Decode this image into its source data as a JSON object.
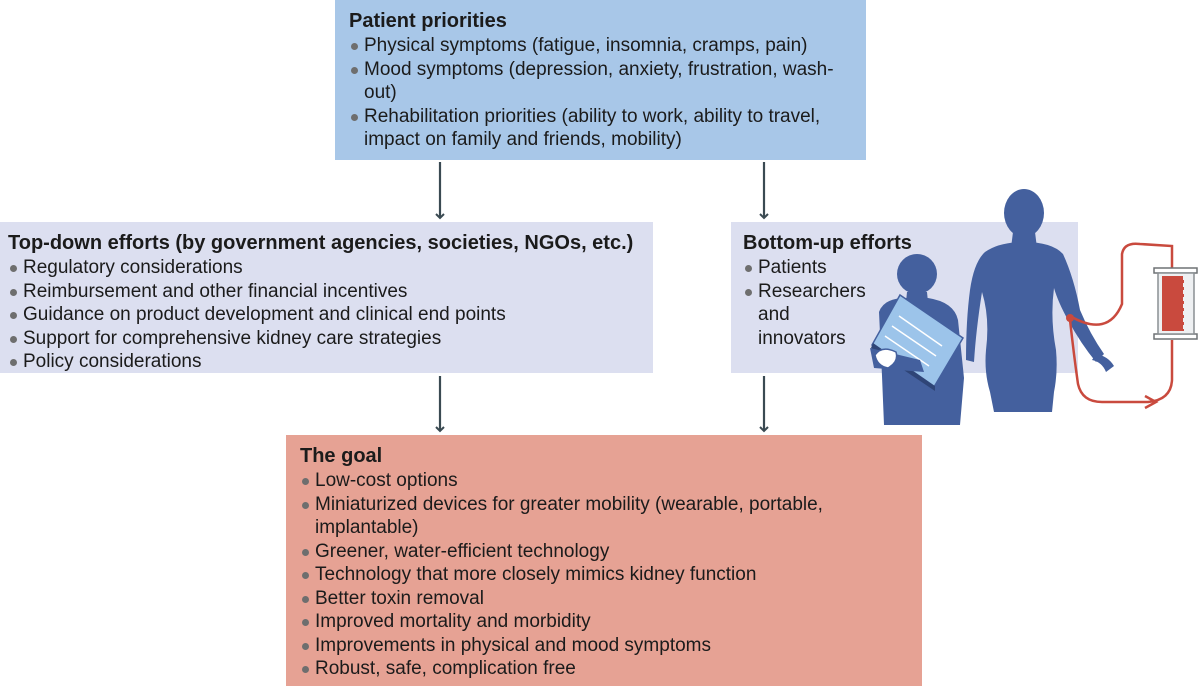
{
  "patient_priorities": {
    "title": "Patient priorities",
    "items": [
      "Physical symptoms (fatigue, insomnia, cramps, pain)",
      "Mood symptoms (depression, anxiety, frustration, wash-out)",
      "Rehabilitation priorities (ability to work, ability to travel, impact on family and  friends, mobility)"
    ]
  },
  "top_down": {
    "title": "Top-down efforts (by government agencies, societies, NGOs, etc.)",
    "items": [
      "Regulatory considerations",
      "Reimbursement and other financial incentives",
      "Guidance on product development and clinical end points",
      "Support for comprehensive kidney care strategies",
      "Policy considerations"
    ]
  },
  "bottom_up": {
    "title": "Bottom-up efforts",
    "items": [
      "Patients",
      "Researchers and innovators"
    ]
  },
  "goal": {
    "title": "The goal",
    "items": [
      "Low-cost options",
      "Miniaturized devices for greater mobility (wearable, portable, implantable)",
      "Greener, water-efficient technology",
      "Technology that more closely mimics kidney function",
      "Better toxin removal",
      "Improved mortality and morbidity",
      "Improvements in physical and mood symptoms",
      "Robust, safe, complication free"
    ]
  },
  "colors": {
    "patient_box": "#a8c7e8",
    "effort_boxes": "#dcdff0",
    "goal_box": "#e6a294",
    "arrows": "#3a4a52",
    "figures": "#44609e",
    "blood_line": "#c94a3e",
    "clipboard": "#9cc4ea"
  },
  "illustration": {
    "figures": [
      "clinician-with-clipboard",
      "patient-silhouette",
      "dialysis-cartridge"
    ]
  }
}
